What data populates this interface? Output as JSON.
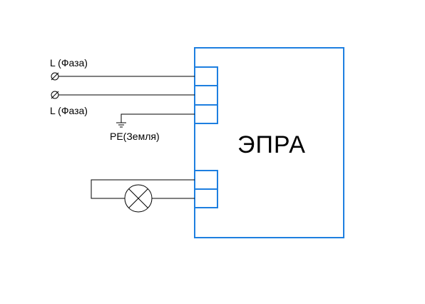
{
  "labels": {
    "line1": "L (Фаза)",
    "line2": "L (Фаза)",
    "ground": "PE(Земля)",
    "device": "ЭПРА"
  },
  "colors": {
    "device_outline": "#1e7fe0",
    "wire": "#000000"
  },
  "icons": {
    "terminal_symbol": "open-terminal-icon",
    "ground_symbol": "ground-icon",
    "lamp_symbol": "lamp-icon"
  }
}
